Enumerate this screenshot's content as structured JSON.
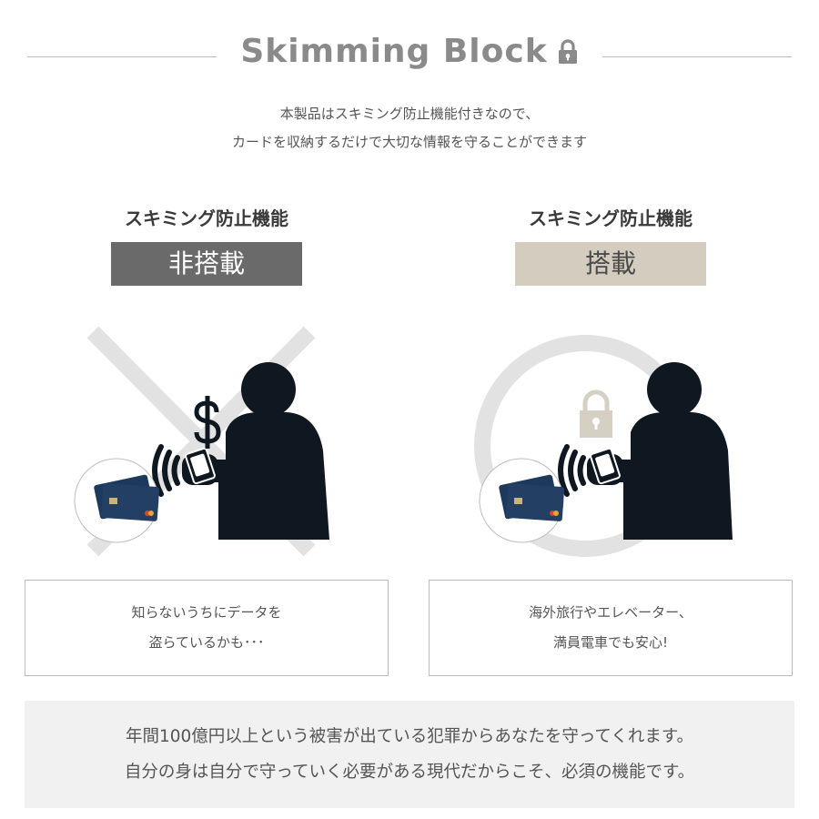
{
  "header": {
    "title": "Skimming Block",
    "intro_line1": "本製品はスキミング防止機能付きなので、",
    "intro_line2": "カードを収納するだけで大切な情報を守ることができます"
  },
  "left": {
    "heading": "スキミング防止機能",
    "badge": "非搭載",
    "caption_line1": "知らないうちにデータを",
    "caption_line2": "盗らているかも･･･"
  },
  "right": {
    "heading": "スキミング防止機能",
    "badge": "搭載",
    "caption_line1": "海外旅行やエレベーター、",
    "caption_line2": "満員電車でも安心!"
  },
  "footer": {
    "line1": "年間100億円以上という被害が出ている犯罪からあなたを守ってくれます。",
    "line2": "自分の身は自分で守っていく必要がある現代だからこそ、必須の機能です。"
  },
  "colors": {
    "badge_off": "#6a6a6a",
    "badge_on": "#d3ccbf",
    "figure": "#0f1820",
    "mark": "#e2e2e2",
    "lock": "#d6cfc3"
  },
  "icons": {
    "title_icon": "lock-icon",
    "left_symbol": "cross-mark-icon",
    "right_symbol": "circle-mark-icon",
    "left_signal": "dollar-icon",
    "right_signal": "lock-icon"
  }
}
